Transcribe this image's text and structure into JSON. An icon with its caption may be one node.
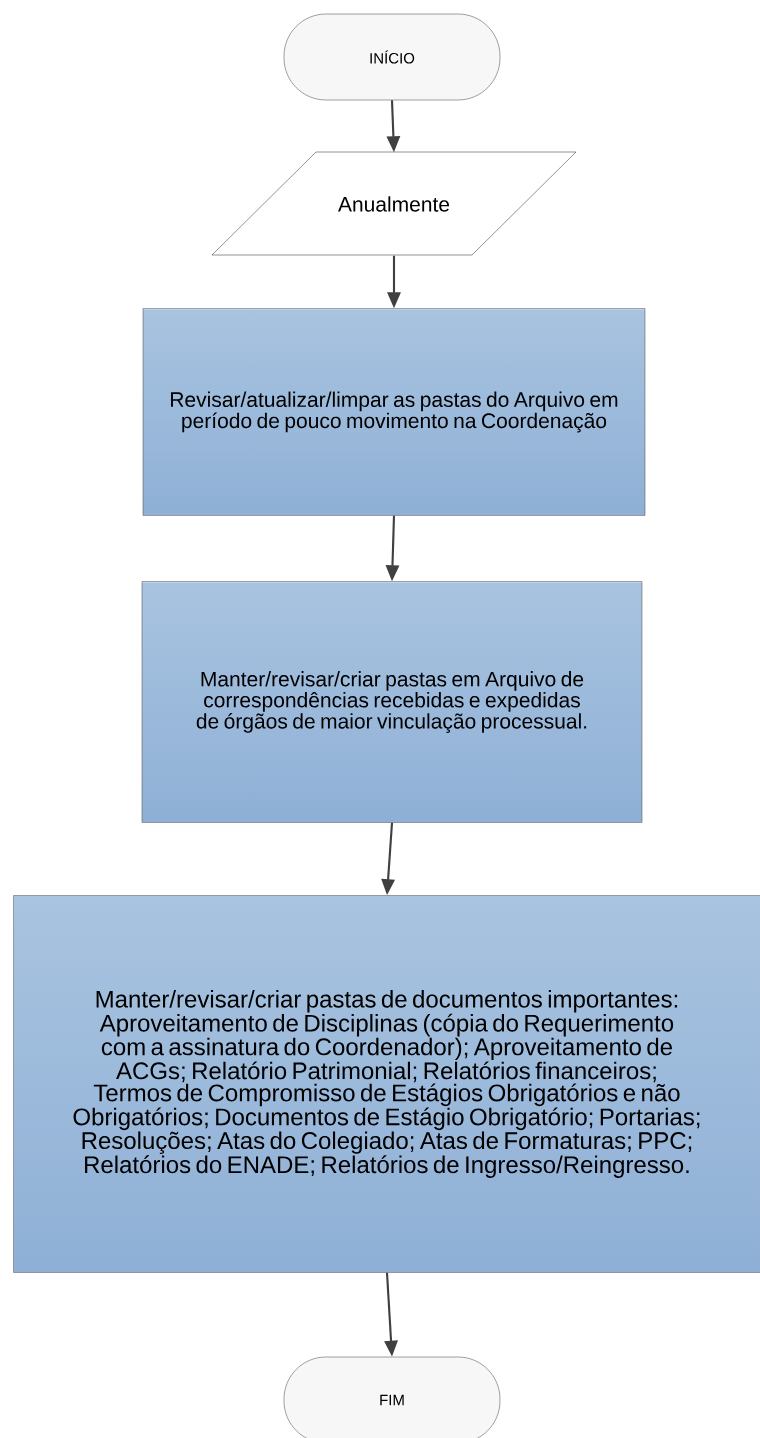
{
  "diagram": {
    "nodes": [
      {
        "text": [
          "INÍCIO"
        ]
      },
      {
        "text": [
          "Anualmente"
        ]
      },
      {
        "text": [
          "Revisar/atualizar/limpar as pastas do Arquivo em período de pouco movimento na Coordenação"
        ]
      },
      {
        "text": [
          "Manter/revisar/criar pastas em Arquivo de correspondências recebidas e expedidas de órgãos de maior vinculação processual."
        ]
      },
      {
        "text": [
          "Manter/revisar/criar pastas de documentos importantes: Aproveitamento de Disciplinas (cópia do Requerimento com a assinatura do Coordenador); Aproveitamento de ACGs; Relatório Patrimonial; Relatórios financeiros; Termos de Compromisso de Estágios Obrigatórios e não Obrigatórios; Documentos de Estágio Obrigatório; Portarias; Resoluções; Atas do Colegiado; Atas de Formaturas; PPC; Relatórios do ENADE; Relatórios de Ingresso/Reingresso."
        ]
      },
      {
        "text": [
          "FIM"
        ]
      }
    ],
    "edges": [
      {
        "from": 0,
        "to": 1,
        "arrow": "to"
      },
      {
        "from": 1,
        "to": 2,
        "arrow": "to"
      },
      {
        "from": 2,
        "to": 3,
        "arrow": "to"
      },
      {
        "from": 3,
        "to": 4,
        "arrow": "to"
      },
      {
        "from": 4,
        "to": 5,
        "arrow": "to"
      }
    ]
  }
}
